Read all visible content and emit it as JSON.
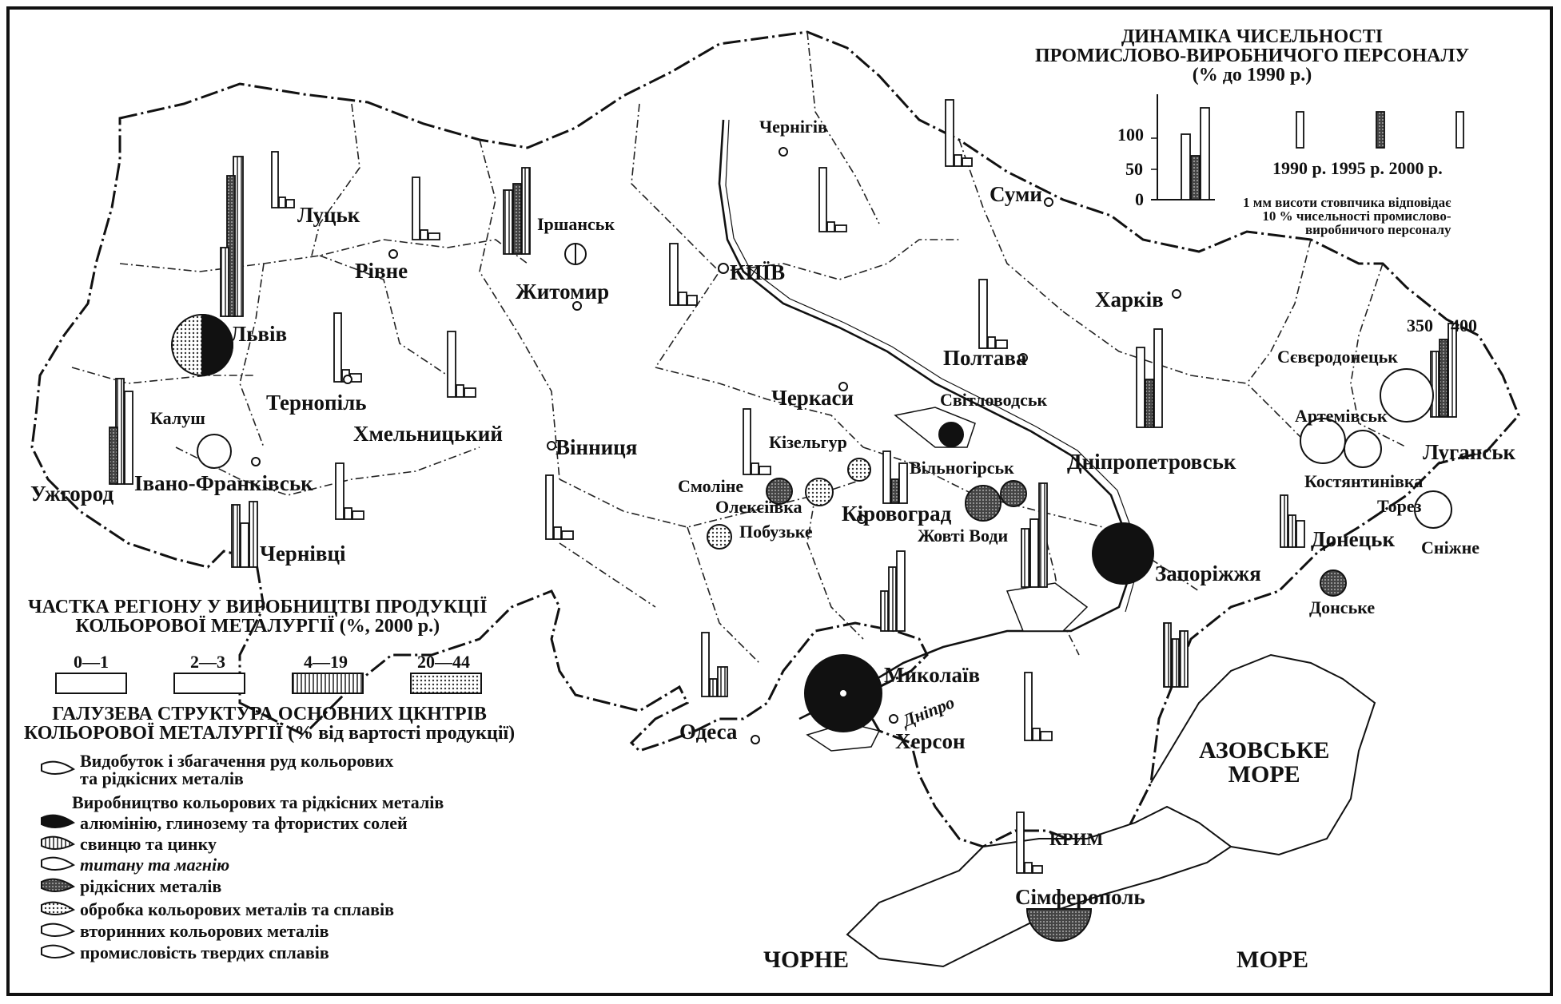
{
  "cities": {
    "lutsk": "Луцьк",
    "rivne": "Рівне",
    "irshansk": "Іршанськ",
    "zhytomyr": "Житомир",
    "chernihiv": "Чернігів",
    "kyiv": "КИЇВ",
    "sumy": "Суми",
    "kharkiv": "Харків",
    "poltava": "Полтава",
    "lviv": "Львів",
    "ternopil": "Тернопіль",
    "khmelnytskyi": "Хмельницький",
    "kalush": "Калуш",
    "vinnytsia": "Вінниця",
    "cherkasy": "Черкаси",
    "svitlovodsk": "Світловодськ",
    "kizelhur": "Кізельгур",
    "vilnohirsk": "Вільногірськ",
    "dnipropetrovsk": "Дніпропетровськ",
    "uzhhorod": "Ужгород",
    "ivano_frankivsk": "Івано-Франківськ",
    "smoline": "Смоліне",
    "oleksiivka": "Олексіївка",
    "kirovohrad": "Кіровоград",
    "pobuzke": "Побузьке",
    "zhovti_vody": "Жовті Води",
    "chernivtsi": "Чернівці",
    "zaporizhzhia": "Запоріжжя",
    "sievierodonetsk": "Сєвєродонецьк",
    "artemivsk": "Артемівськ",
    "luhansk": "Луганськ",
    "kostiantynivka": "Костянтинівка",
    "torez": "Торез",
    "donetsk": "Донецьк",
    "snizhne": "Сніжне",
    "donske": "Донське",
    "mykolaiv": "Миколаїв",
    "odesa": "Одеса",
    "kherson": "Херсон",
    "dnipro_river": "Дніпро",
    "krym": "КРИМ",
    "simferopol": "Сімферополь"
  },
  "seas": {
    "azov": "АЗОВСЬКЕ\nМОРЕ",
    "black_left": "ЧОРНЕ",
    "black_right": "МОРЕ"
  },
  "legend_dynamics": {
    "title": "ДИНАМІКА ЧИСЕЛЬНОСТІ\nПРОМИСЛОВО-ВИРОБНИЧОГО ПЕРСОНАЛУ\n(% до 1990 р.)",
    "axis_ticks": [
      "100",
      "50",
      "0"
    ],
    "year_labels": "1990 р. 1995 р. 2000 р.",
    "note": "1 мм висоти стовпчика відповідає\n10 % чисельності промислово-\nвиробничого персоналу",
    "top_values": [
      "350",
      "400"
    ]
  },
  "legend_share": {
    "title": "ЧАСТКА РЕГІОНУ У ВИРОБНИЦТВІ ПРОДУКЦІЇ\nКОЛЬОРОВОЇ МЕТАЛУРГІЇ (%, 2000 р.)",
    "classes": [
      "0—1",
      "2—3",
      "4—19",
      "20—44"
    ]
  },
  "legend_structure": {
    "title": "ГАЛУЗЕВА СТРУКТУРА ОСНОВНИХ ЦКНТРІВ\nКОЛЬОРОВОЇ МЕТАЛУРГІЇ (% від вартості продукції)",
    "items": [
      "Видобуток і збагачення руд кольорових\nта рідкісних металів",
      "Виробництво кольорових та рідкісних металів",
      "алюмінію, глинозему та фтористих солей",
      "свинцю та цинку",
      "титану та магнію",
      "рідкісних металів",
      "обробка кольорових металів та сплавів",
      "вторинних кольорових металів",
      "промисловість твердих сплавів"
    ]
  }
}
